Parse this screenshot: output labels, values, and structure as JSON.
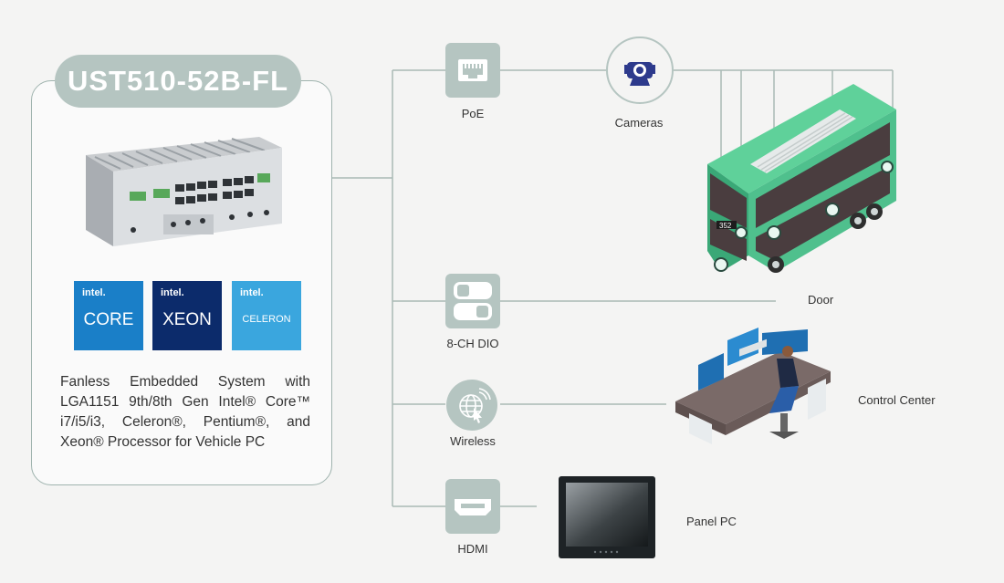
{
  "product": {
    "title": "UST510-52B-FL",
    "logos": [
      {
        "brand": "intel.",
        "name": "CORE",
        "color": "#1a7fc8"
      },
      {
        "brand": "intel.",
        "name": "XEON",
        "color": "#0c2b6b"
      },
      {
        "brand": "intel.",
        "name": "CELERON",
        "color": "#3aa6de"
      }
    ],
    "description_lines": [
      "Fanless Embedded System with",
      "LGA1151 9th/8th Gen Intel® Core™",
      "i7/i5/i3, Celeron®, Pentium®, and",
      "Xeon® Processor for Vehicle PC"
    ]
  },
  "interfaces": {
    "poe": {
      "label": "PoE",
      "icon": "ethernet-port-icon"
    },
    "dio": {
      "label": "8-CH DIO",
      "icon": "toggle-switch-icon"
    },
    "wireless": {
      "label": "Wireless",
      "icon": "globe-signal-icon"
    },
    "hdmi": {
      "label": "HDMI",
      "icon": "hdmi-port-icon"
    }
  },
  "devices": {
    "cameras": {
      "label": "Cameras",
      "icon": "camera-icon"
    },
    "door": {
      "label": "Door"
    },
    "control_center": {
      "label": "Control Center"
    },
    "panel_pc": {
      "label": "Panel PC"
    },
    "bus_number": "352"
  },
  "colors": {
    "accent": "#b5c5c1",
    "line": "#a9b9b5",
    "bus_green": "#4fc08d"
  }
}
